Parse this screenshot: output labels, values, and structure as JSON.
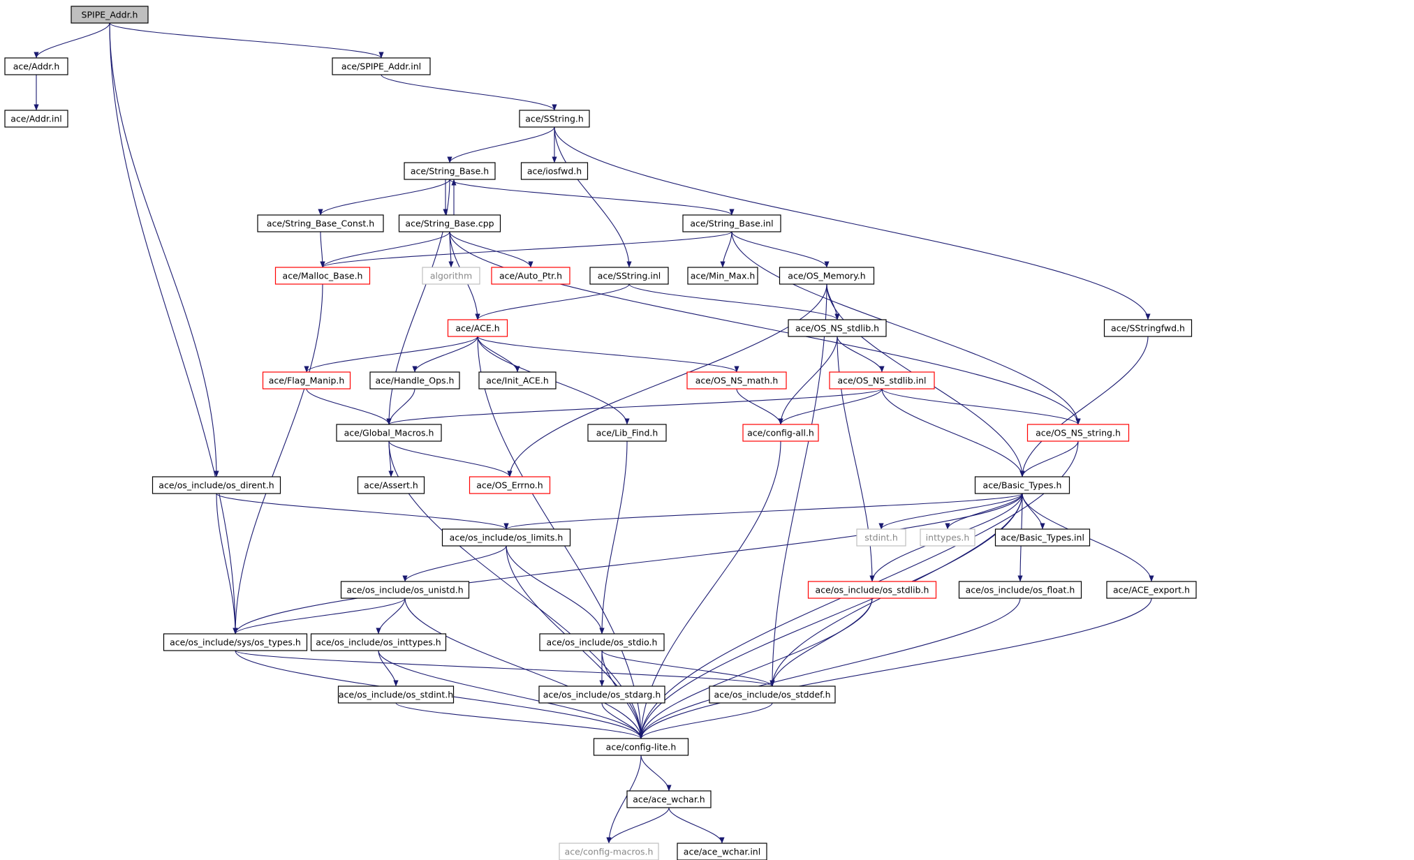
{
  "colors": {
    "edge": "#191970",
    "node_border_default": "#000000",
    "node_border_incomplete": "#ff0000",
    "node_border_external": "#bfbfbf",
    "root_fill": "#bfbfbf",
    "node_fill": "#ffffff",
    "external_text": "#888888"
  },
  "nodes": [
    {
      "id": "root",
      "label": "SPIPE_Addr.h",
      "kind": "root"
    },
    {
      "id": "addr_h",
      "label": "ace/Addr.h",
      "kind": "normal"
    },
    {
      "id": "spipe_inl",
      "label": "ace/SPIPE_Addr.inl",
      "kind": "normal"
    },
    {
      "id": "addr_inl",
      "label": "ace/Addr.inl",
      "kind": "normal"
    },
    {
      "id": "sstring_h",
      "label": "ace/SString.h",
      "kind": "normal"
    },
    {
      "id": "strbase_h",
      "label": "ace/String_Base.h",
      "kind": "normal"
    },
    {
      "id": "iosfwd",
      "label": "ace/iosfwd.h",
      "kind": "normal"
    },
    {
      "id": "strbase_const",
      "label": "ace/String_Base_Const.h",
      "kind": "normal"
    },
    {
      "id": "strbase_cpp",
      "label": "ace/String_Base.cpp",
      "kind": "normal"
    },
    {
      "id": "strbase_inl",
      "label": "ace/String_Base.inl",
      "kind": "normal"
    },
    {
      "id": "malloc_base",
      "label": "ace/Malloc_Base.h",
      "kind": "incomplete"
    },
    {
      "id": "algorithm",
      "label": "algorithm",
      "kind": "external"
    },
    {
      "id": "auto_ptr",
      "label": "ace/Auto_Ptr.h",
      "kind": "incomplete"
    },
    {
      "id": "sstring_inl",
      "label": "ace/SString.inl",
      "kind": "normal"
    },
    {
      "id": "min_max",
      "label": "ace/Min_Max.h",
      "kind": "normal"
    },
    {
      "id": "os_memory",
      "label": "ace/OS_Memory.h",
      "kind": "normal"
    },
    {
      "id": "ace_h",
      "label": "ace/ACE.h",
      "kind": "incomplete"
    },
    {
      "id": "os_ns_stdlib_h",
      "label": "ace/OS_NS_stdlib.h",
      "kind": "normal"
    },
    {
      "id": "sstringfwd",
      "label": "ace/SStringfwd.h",
      "kind": "normal"
    },
    {
      "id": "flag_manip",
      "label": "ace/Flag_Manip.h",
      "kind": "incomplete"
    },
    {
      "id": "handle_ops",
      "label": "ace/Handle_Ops.h",
      "kind": "normal"
    },
    {
      "id": "init_ace",
      "label": "ace/Init_ACE.h",
      "kind": "normal"
    },
    {
      "id": "os_ns_math",
      "label": "ace/OS_NS_math.h",
      "kind": "incomplete"
    },
    {
      "id": "os_ns_stdlib_inl",
      "label": "ace/OS_NS_stdlib.inl",
      "kind": "incomplete"
    },
    {
      "id": "global_macros",
      "label": "ace/Global_Macros.h",
      "kind": "normal"
    },
    {
      "id": "lib_find",
      "label": "ace/Lib_Find.h",
      "kind": "normal"
    },
    {
      "id": "config_all",
      "label": "ace/config-all.h",
      "kind": "incomplete"
    },
    {
      "id": "os_ns_string",
      "label": "ace/OS_NS_string.h",
      "kind": "incomplete"
    },
    {
      "id": "os_dirent",
      "label": "ace/os_include/os_dirent.h",
      "kind": "normal"
    },
    {
      "id": "assert_h",
      "label": "ace/Assert.h",
      "kind": "normal"
    },
    {
      "id": "os_errno",
      "label": "ace/OS_Errno.h",
      "kind": "incomplete"
    },
    {
      "id": "basic_types",
      "label": "ace/Basic_Types.h",
      "kind": "normal"
    },
    {
      "id": "os_limits",
      "label": "ace/os_include/os_limits.h",
      "kind": "normal"
    },
    {
      "id": "stdint",
      "label": "stdint.h",
      "kind": "external"
    },
    {
      "id": "inttypes",
      "label": "inttypes.h",
      "kind": "external"
    },
    {
      "id": "basic_types_inl",
      "label": "ace/Basic_Types.inl",
      "kind": "normal"
    },
    {
      "id": "os_unistd",
      "label": "ace/os_include/os_unistd.h",
      "kind": "normal"
    },
    {
      "id": "os_stdlib_h",
      "label": "ace/os_include/os_stdlib.h",
      "kind": "incomplete"
    },
    {
      "id": "os_float",
      "label": "ace/os_include/os_float.h",
      "kind": "normal"
    },
    {
      "id": "ace_export",
      "label": "ace/ACE_export.h",
      "kind": "normal"
    },
    {
      "id": "sys_types",
      "label": "ace/os_include/sys/os_types.h",
      "kind": "normal"
    },
    {
      "id": "os_inttypes",
      "label": "ace/os_include/os_inttypes.h",
      "kind": "normal"
    },
    {
      "id": "os_stdio",
      "label": "ace/os_include/os_stdio.h",
      "kind": "normal"
    },
    {
      "id": "os_stdint",
      "label": "ace/os_include/os_stdint.h",
      "kind": "normal"
    },
    {
      "id": "os_stdarg",
      "label": "ace/os_include/os_stdarg.h",
      "kind": "normal"
    },
    {
      "id": "os_stddef",
      "label": "ace/os_include/os_stddef.h",
      "kind": "normal"
    },
    {
      "id": "config_lite",
      "label": "ace/config-lite.h",
      "kind": "normal"
    },
    {
      "id": "ace_wchar_h",
      "label": "ace/ace_wchar.h",
      "kind": "normal"
    },
    {
      "id": "config_macros",
      "label": "ace/config-macros.h",
      "kind": "external"
    },
    {
      "id": "ace_wchar_inl",
      "label": "ace/ace_wchar.inl",
      "kind": "normal"
    }
  ],
  "edges": [
    [
      "root",
      "addr_h"
    ],
    [
      "root",
      "spipe_inl"
    ],
    [
      "root",
      "os_dirent"
    ],
    [
      "root",
      "sys_types"
    ],
    [
      "addr_h",
      "addr_inl"
    ],
    [
      "spipe_inl",
      "sstring_h"
    ],
    [
      "sstring_h",
      "strbase_h"
    ],
    [
      "sstring_h",
      "iosfwd"
    ],
    [
      "sstring_h",
      "sstring_inl"
    ],
    [
      "sstring_h",
      "sstringfwd"
    ],
    [
      "strbase_h",
      "strbase_const"
    ],
    [
      "strbase_h",
      "strbase_cpp"
    ],
    [
      "strbase_h",
      "strbase_inl"
    ],
    [
      "strbase_h",
      "global_macros"
    ],
    [
      "strbase_cpp",
      "strbase_h"
    ],
    [
      "strbase_cpp",
      "malloc_base"
    ],
    [
      "strbase_cpp",
      "algorithm"
    ],
    [
      "strbase_cpp",
      "auto_ptr"
    ],
    [
      "strbase_cpp",
      "ace_h"
    ],
    [
      "strbase_cpp",
      "os_ns_string"
    ],
    [
      "strbase_const",
      "malloc_base"
    ],
    [
      "strbase_inl",
      "malloc_base"
    ],
    [
      "strbase_inl",
      "min_max"
    ],
    [
      "strbase_inl",
      "os_memory"
    ],
    [
      "strbase_inl",
      "os_ns_string"
    ],
    [
      "malloc_base",
      "sys_types"
    ],
    [
      "sstring_inl",
      "ace_h"
    ],
    [
      "sstring_inl",
      "os_ns_stdlib_h"
    ],
    [
      "os_memory",
      "os_ns_stdlib_h"
    ],
    [
      "os_memory",
      "os_errno"
    ],
    [
      "os_memory",
      "basic_types"
    ],
    [
      "os_memory",
      "os_stddef"
    ],
    [
      "ace_h",
      "flag_manip"
    ],
    [
      "ace_h",
      "handle_ops"
    ],
    [
      "ace_h",
      "init_ace"
    ],
    [
      "ace_h",
      "os_ns_math"
    ],
    [
      "ace_h",
      "lib_find"
    ],
    [
      "ace_h",
      "config_lite"
    ],
    [
      "os_ns_stdlib_h",
      "os_ns_stdlib_inl"
    ],
    [
      "os_ns_stdlib_h",
      "config_all"
    ],
    [
      "os_ns_stdlib_h",
      "os_stdlib_h"
    ],
    [
      "sstringfwd",
      "basic_types"
    ],
    [
      "flag_manip",
      "global_macros"
    ],
    [
      "handle_ops",
      "global_macros"
    ],
    [
      "os_ns_math",
      "config_all"
    ],
    [
      "os_ns_stdlib_inl",
      "config_all"
    ],
    [
      "os_ns_stdlib_inl",
      "global_macros"
    ],
    [
      "os_ns_stdlib_inl",
      "os_ns_string"
    ],
    [
      "os_ns_stdlib_inl",
      "basic_types"
    ],
    [
      "global_macros",
      "assert_h"
    ],
    [
      "global_macros",
      "os_errno"
    ],
    [
      "global_macros",
      "config_lite"
    ],
    [
      "lib_find",
      "os_stdio"
    ],
    [
      "config_all",
      "config_lite"
    ],
    [
      "os_ns_string",
      "basic_types"
    ],
    [
      "os_ns_string",
      "config_lite"
    ],
    [
      "os_dirent",
      "os_limits"
    ],
    [
      "os_dirent",
      "sys_types"
    ],
    [
      "basic_types",
      "os_limits"
    ],
    [
      "basic_types",
      "stdint"
    ],
    [
      "basic_types",
      "inttypes"
    ],
    [
      "basic_types",
      "basic_types_inl"
    ],
    [
      "basic_types",
      "os_stdlib_h"
    ],
    [
      "basic_types",
      "os_float"
    ],
    [
      "basic_types",
      "ace_export"
    ],
    [
      "basic_types",
      "sys_types"
    ],
    [
      "basic_types",
      "os_stddef"
    ],
    [
      "basic_types",
      "config_lite"
    ],
    [
      "os_limits",
      "os_unistd"
    ],
    [
      "os_limits",
      "os_stdio"
    ],
    [
      "os_limits",
      "config_lite"
    ],
    [
      "os_unistd",
      "sys_types"
    ],
    [
      "os_unistd",
      "os_inttypes"
    ],
    [
      "os_unistd",
      "config_lite"
    ],
    [
      "os_stdlib_h",
      "os_stddef"
    ],
    [
      "os_stdlib_h",
      "config_lite"
    ],
    [
      "os_float",
      "config_lite"
    ],
    [
      "ace_export",
      "config_lite"
    ],
    [
      "sys_types",
      "os_stddef"
    ],
    [
      "sys_types",
      "config_lite"
    ],
    [
      "os_inttypes",
      "os_stdint"
    ],
    [
      "os_inttypes",
      "config_lite"
    ],
    [
      "os_stdio",
      "os_stdarg"
    ],
    [
      "os_stdio",
      "os_stddef"
    ],
    [
      "os_stdio",
      "config_lite"
    ],
    [
      "os_stdint",
      "config_lite"
    ],
    [
      "os_stdarg",
      "config_lite"
    ],
    [
      "os_stddef",
      "config_lite"
    ],
    [
      "config_lite",
      "ace_wchar_h"
    ],
    [
      "config_lite",
      "config_macros"
    ],
    [
      "ace_wchar_h",
      "config_macros"
    ],
    [
      "ace_wchar_h",
      "ace_wchar_inl"
    ]
  ]
}
